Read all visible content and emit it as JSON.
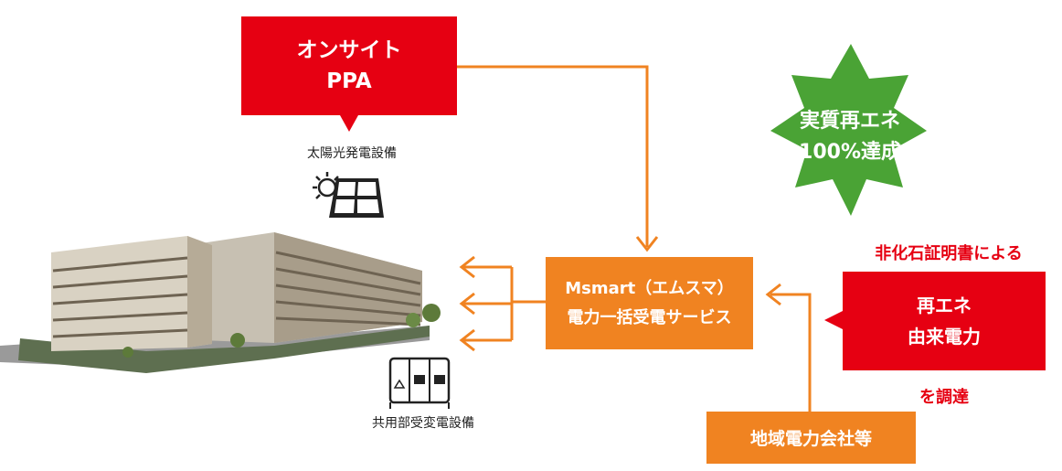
{
  "onsite_ppa": {
    "line1": "オンサイト",
    "line2": "PPA"
  },
  "solar_caption": "太陽光発電設備",
  "substation_caption": "共用部受変電設備",
  "msmart": {
    "line1": "Msmart（エムスマ）",
    "line2": "電力一括受電サービス"
  },
  "badge": {
    "line1": "実質再エネ",
    "line2": "100%達成"
  },
  "nonfossil_label": "非化石証明書による",
  "renewable": {
    "line1": "再エネ",
    "line2": "由来電力"
  },
  "procure_label": "を調達",
  "utility_label": "地域電力会社等",
  "colors": {
    "red": "#e60012",
    "orange": "#f08321",
    "green": "#4aa335"
  },
  "icons": [
    "solar-panel-icon",
    "gear-sun-icon",
    "substation-icon",
    "apartment-building-image"
  ]
}
